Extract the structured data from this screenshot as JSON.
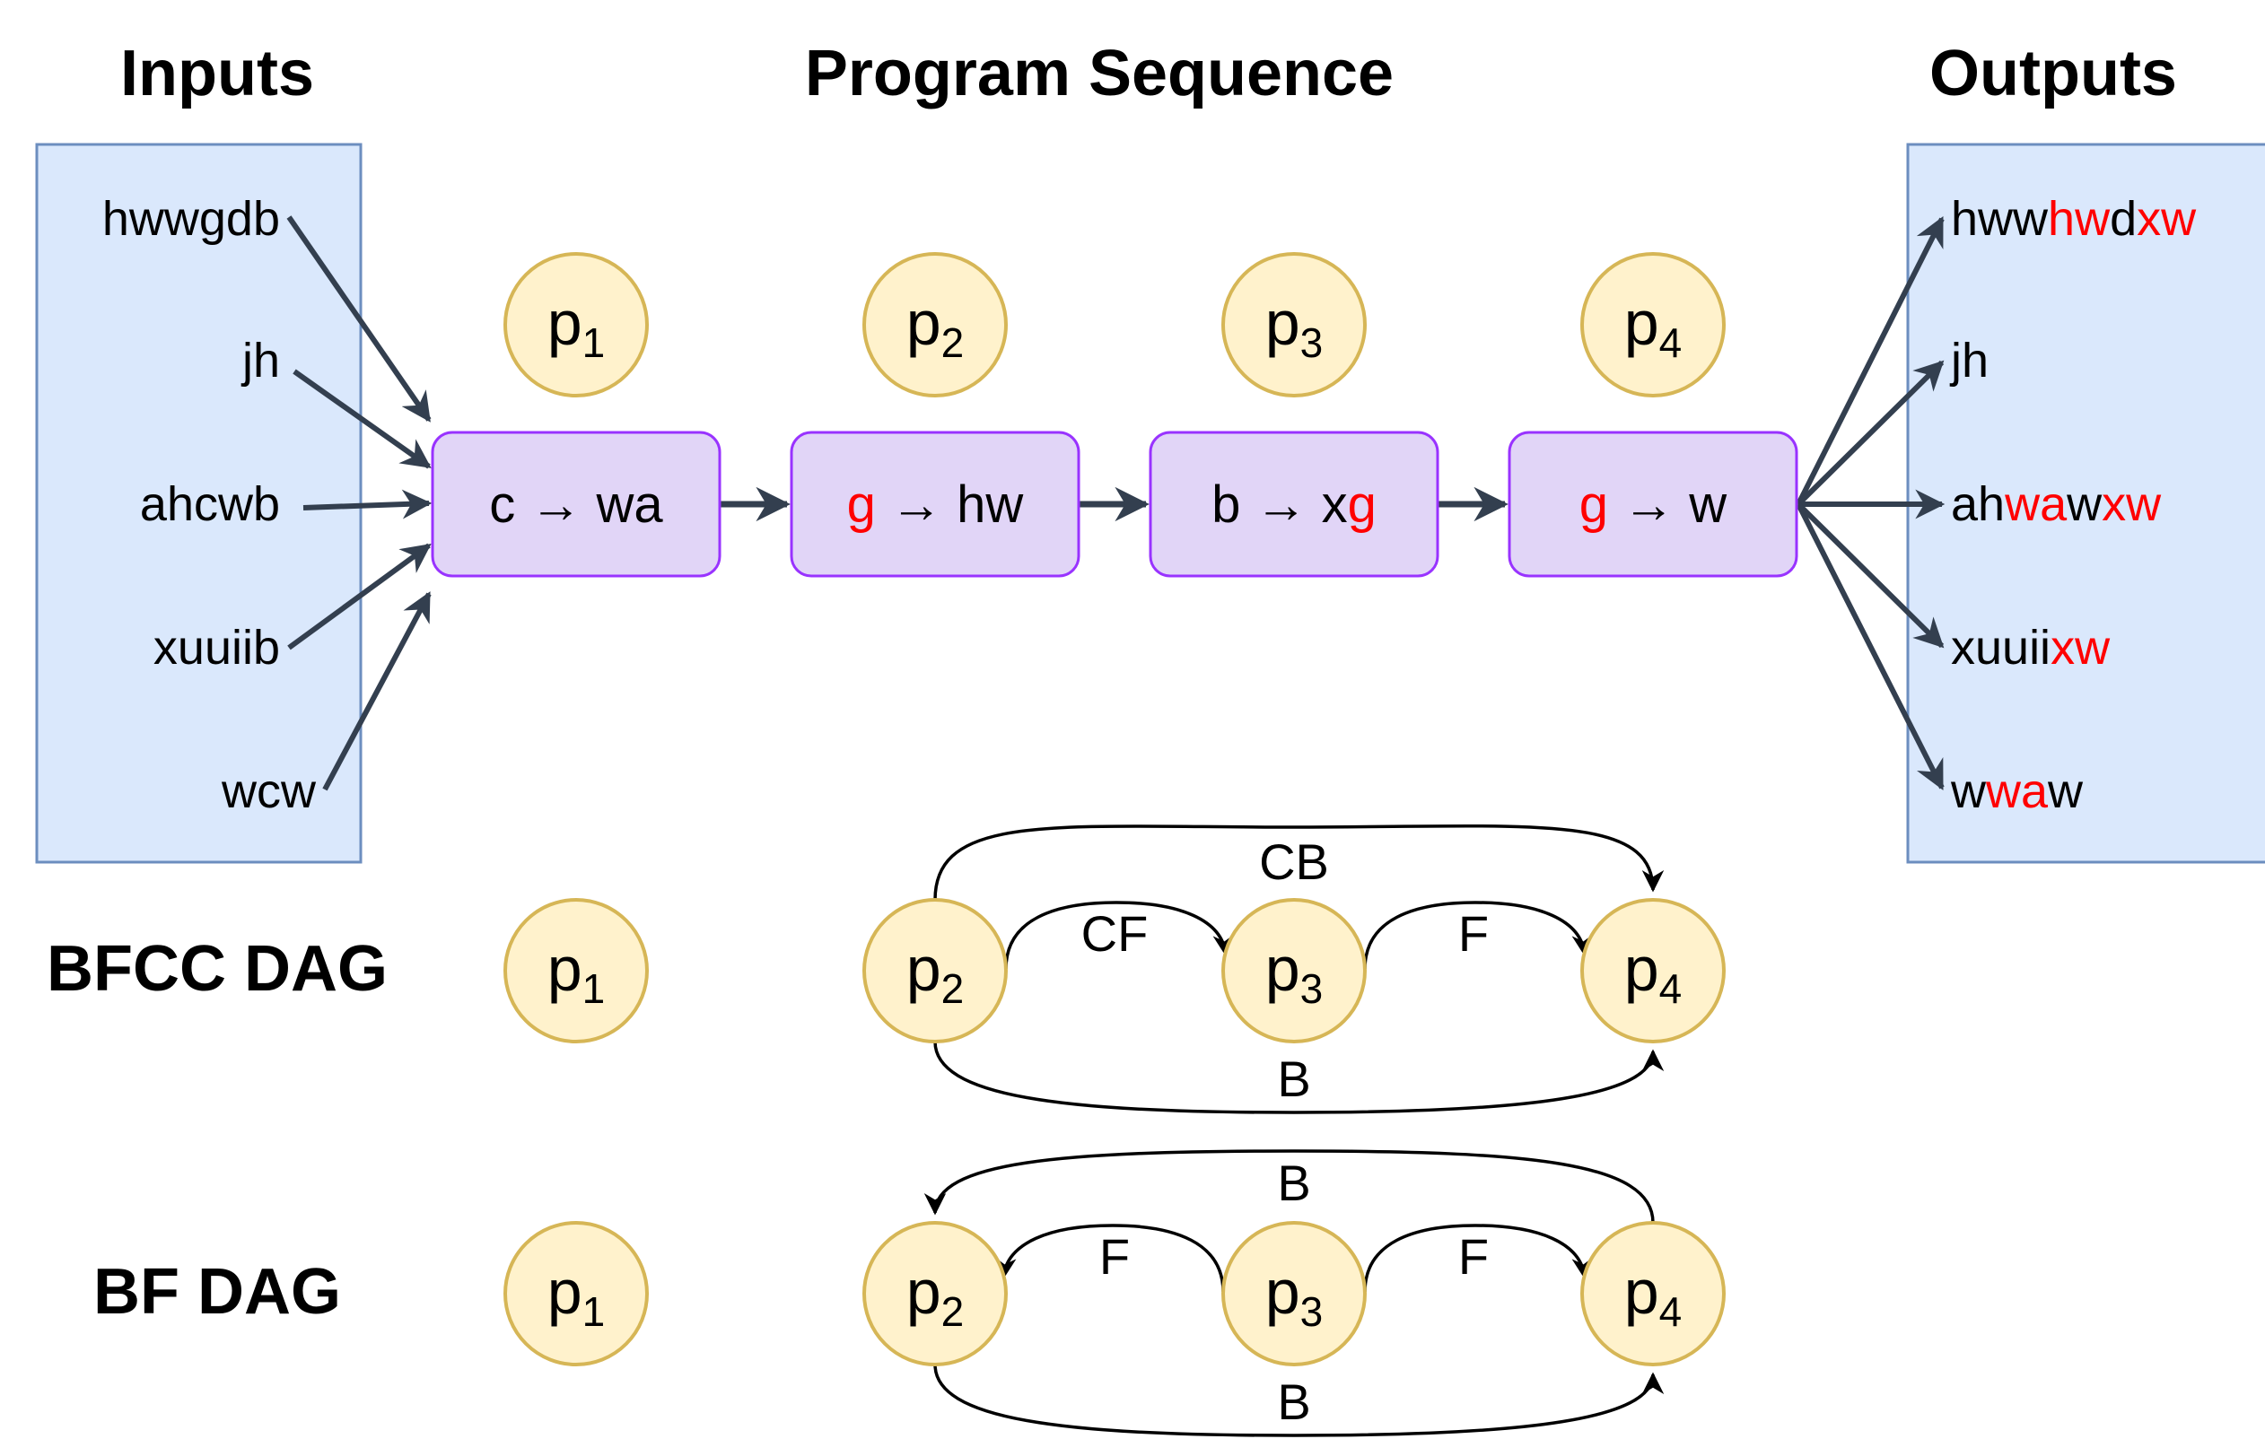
{
  "headings": {
    "inputs": "Inputs",
    "program": "Program Sequence",
    "outputs": "Outputs",
    "bfcc": "BFCC DAG",
    "bf": "BF DAG"
  },
  "inputs": [
    "hwwgdb",
    "jh",
    "ahcwb",
    "xuuiib",
    "wcw"
  ],
  "outputs": [
    [
      {
        "t": "hww",
        "r": false
      },
      {
        "t": "hw",
        "r": true
      },
      {
        "t": "d",
        "r": false
      },
      {
        "t": "xw",
        "r": true
      }
    ],
    [
      {
        "t": "jh",
        "r": false
      }
    ],
    [
      {
        "t": "ah",
        "r": false
      },
      {
        "t": "wa",
        "r": true
      },
      {
        "t": "w",
        "r": false
      },
      {
        "t": "xw",
        "r": true
      }
    ],
    [
      {
        "t": "xuuii",
        "r": false
      },
      {
        "t": "xw",
        "r": true
      }
    ],
    [
      {
        "t": "w",
        "r": false
      },
      {
        "t": "wa",
        "r": true
      },
      {
        "t": "w",
        "r": false
      }
    ]
  ],
  "programs": [
    {
      "p": "p",
      "sub": "1",
      "rule": [
        {
          "t": "c",
          "r": false
        },
        {
          "t": " → ",
          "r": false
        },
        {
          "t": "wa",
          "r": false
        }
      ]
    },
    {
      "p": "p",
      "sub": "2",
      "rule": [
        {
          "t": "g",
          "r": true
        },
        {
          "t": " → ",
          "r": false
        },
        {
          "t": "hw",
          "r": false
        }
      ]
    },
    {
      "p": "p",
      "sub": "3",
      "rule": [
        {
          "t": "b",
          "r": false
        },
        {
          "t": " → ",
          "r": false
        },
        {
          "t": "x",
          "r": false
        },
        {
          "t": "g",
          "r": true
        }
      ]
    },
    {
      "p": "p",
      "sub": "4",
      "rule": [
        {
          "t": "g",
          "r": true
        },
        {
          "t": " → ",
          "r": false
        },
        {
          "t": "w",
          "r": false
        }
      ]
    }
  ],
  "bfcc_dag": {
    "nodes": [
      {
        "p": "p",
        "sub": "1"
      },
      {
        "p": "p",
        "sub": "2"
      },
      {
        "p": "p",
        "sub": "3"
      },
      {
        "p": "p",
        "sub": "4"
      }
    ],
    "edges": [
      {
        "from": "p2",
        "to": "p4",
        "label": "CB",
        "route": "top"
      },
      {
        "from": "p2",
        "to": "p3",
        "label": "CF",
        "route": "mid"
      },
      {
        "from": "p3",
        "to": "p4",
        "label": "F",
        "route": "mid"
      },
      {
        "from": "p2",
        "to": "p4",
        "label": "B",
        "route": "bottom"
      }
    ]
  },
  "bf_dag": {
    "nodes": [
      {
        "p": "p",
        "sub": "1"
      },
      {
        "p": "p",
        "sub": "2"
      },
      {
        "p": "p",
        "sub": "3"
      },
      {
        "p": "p",
        "sub": "4"
      }
    ],
    "edges": [
      {
        "from": "p4",
        "to": "p2",
        "label": "B",
        "route": "top"
      },
      {
        "from": "p3",
        "to": "p2",
        "label": "F",
        "route": "mid"
      },
      {
        "from": "p3",
        "to": "p4",
        "label": "F",
        "route": "mid"
      },
      {
        "from": "p2",
        "to": "p4",
        "label": "B",
        "route": "bottom"
      }
    ]
  },
  "colors": {
    "panel_fill": "#dae8fc",
    "panel_stroke": "#6c8ebf",
    "rule_fill": "#e1d5f7",
    "rule_stroke": "#9933ff",
    "node_fill": "#fff2cc",
    "node_stroke": "#d6b656",
    "arrow": "#333f4f",
    "highlight": "#ff0000"
  }
}
